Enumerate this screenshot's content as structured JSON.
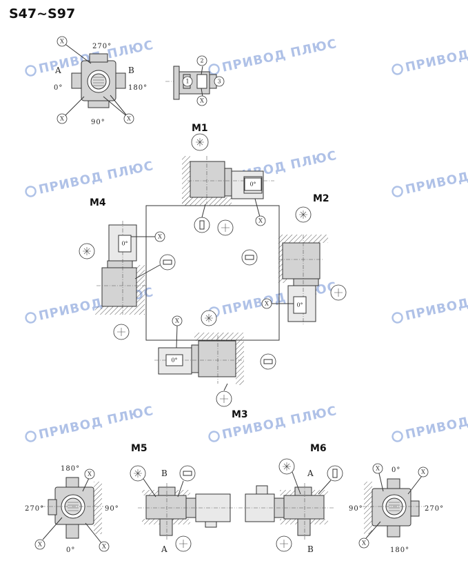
{
  "title": "S47~S97",
  "watermark": "ПРИВОД ПЛЮС",
  "marker": "X",
  "angles": {
    "a0": "0°",
    "a90": "90°",
    "a180": "180°",
    "a270": "270°"
  },
  "letters": {
    "A": "A",
    "B": "B"
  },
  "numbers": [
    "1",
    "2",
    "3"
  ],
  "motor_box_label": "0°",
  "positions": {
    "m1": "M1",
    "m2": "M2",
    "m3": "M3",
    "m4": "M4",
    "m5": "M5",
    "m6": "M6"
  },
  "colors": {
    "watermark": "#6e8fd4",
    "line": "#333333",
    "fill": "#d3d3d3"
  }
}
